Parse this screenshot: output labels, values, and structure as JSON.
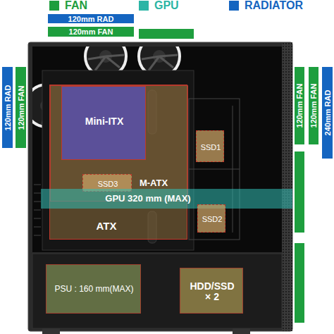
{
  "diagram": {
    "nodes": [
      {
        "text": [
          "120mm RAD"
        ]
      },
      {
        "text": [
          "120mm FAN"
        ]
      },
      {
        "text": [
          "120mm RAD"
        ]
      },
      {
        "text": [
          "120mm FAN"
        ]
      },
      {
        "text": [
          "ATX"
        ]
      },
      {
        "text": [
          "M-ATX"
        ],
        "in": 4
      },
      {
        "text": [
          "Mini-ITX"
        ],
        "in": 5
      },
      {
        "text": [
          "SSD3"
        ],
        "in": 5
      },
      {
        "text": [
          "SSD1"
        ]
      },
      {
        "text": [
          "GPU 320 mm (MAX)"
        ]
      },
      {
        "text": [
          "SSD2"
        ]
      },
      {
        "text": [
          "PSU : 160 mm(MAX)"
        ]
      },
      {
        "text": [
          "HDD/SSD × 2"
        ]
      },
      {
        "text": [
          "120mm FAN"
        ]
      },
      {
        "text": [
          "120mm FAN"
        ]
      },
      {
        "text": [
          "240mm RAD"
        ]
      }
    ],
    "legend": [
      {
        "text": "FAN",
        "color": "#1e9e3e"
      },
      {
        "text": "GPU",
        "color": "#2bb5a5"
      },
      {
        "text": "RADIATOR",
        "color": "#1565c0"
      }
    ]
  }
}
